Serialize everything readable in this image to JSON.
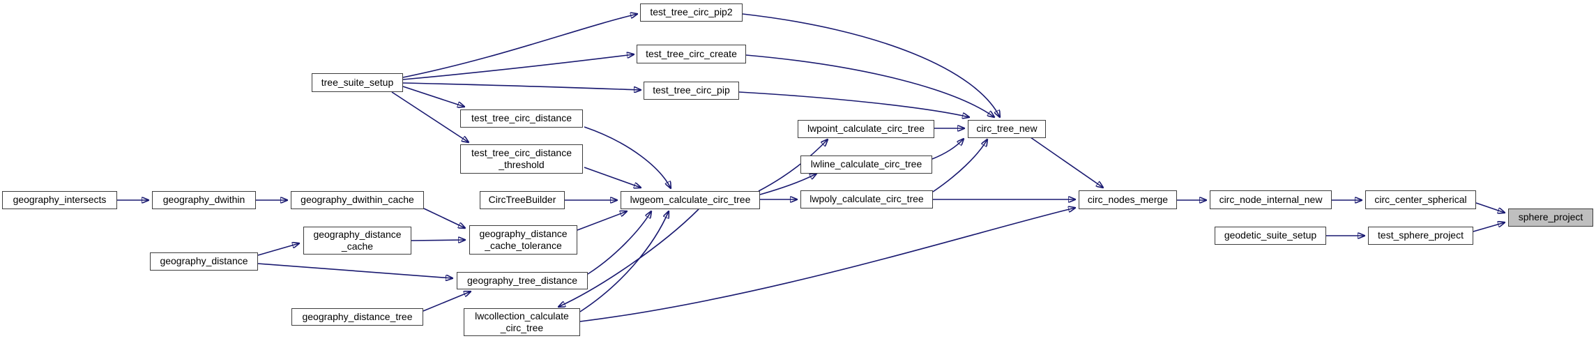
{
  "diagram": {
    "type": "caller-graph",
    "target_function": "sphere_project",
    "edge_color": "#191970",
    "node_border_color": "#3c3c3c",
    "node_fill_color": "#ffffff",
    "highlight_fill_color": "#bfbfbf",
    "nodes": [
      {
        "id": "geography_intersects",
        "label": "geography_intersects",
        "highlighted": false
      },
      {
        "id": "geography_dwithin",
        "label": "geography_dwithin",
        "highlighted": false
      },
      {
        "id": "geography_dwithin_cache",
        "label": "geography_dwithin_cache",
        "highlighted": false
      },
      {
        "id": "tree_suite_setup",
        "label": "tree_suite_setup",
        "highlighted": false
      },
      {
        "id": "test_tree_circ_pip2",
        "label": "test_tree_circ_pip2",
        "highlighted": false
      },
      {
        "id": "test_tree_circ_create",
        "label": "test_tree_circ_create",
        "highlighted": false
      },
      {
        "id": "test_tree_circ_pip",
        "label": "test_tree_circ_pip",
        "highlighted": false
      },
      {
        "id": "test_tree_circ_distance",
        "label": "test_tree_circ_distance",
        "highlighted": false
      },
      {
        "id": "test_tree_circ_distance_threshold",
        "label": "test_tree_circ_distance\n_threshold",
        "highlighted": false
      },
      {
        "id": "CircTreeBuilder",
        "label": "CircTreeBuilder",
        "highlighted": false
      },
      {
        "id": "lwgeom_calculate_circ_tree",
        "label": "lwgeom_calculate_circ_tree",
        "highlighted": false
      },
      {
        "id": "lwpoint_calculate_circ_tree",
        "label": "lwpoint_calculate_circ_tree",
        "highlighted": false
      },
      {
        "id": "lwline_calculate_circ_tree",
        "label": "lwline_calculate_circ_tree",
        "highlighted": false
      },
      {
        "id": "lwpoly_calculate_circ_tree",
        "label": "lwpoly_calculate_circ_tree",
        "highlighted": false
      },
      {
        "id": "circ_tree_new",
        "label": "circ_tree_new",
        "highlighted": false
      },
      {
        "id": "circ_nodes_merge",
        "label": "circ_nodes_merge",
        "highlighted": false
      },
      {
        "id": "circ_node_internal_new",
        "label": "circ_node_internal_new",
        "highlighted": false
      },
      {
        "id": "circ_center_spherical",
        "label": "circ_center_spherical",
        "highlighted": false
      },
      {
        "id": "sphere_project",
        "label": "sphere_project",
        "highlighted": true
      },
      {
        "id": "geodetic_suite_setup",
        "label": "geodetic_suite_setup",
        "highlighted": false
      },
      {
        "id": "test_sphere_project",
        "label": "test_sphere_project",
        "highlighted": false
      },
      {
        "id": "geography_distance_cache",
        "label": "geography_distance\n_cache",
        "highlighted": false
      },
      {
        "id": "geography_distance_cache_tolerance",
        "label": "geography_distance\n_cache_tolerance",
        "highlighted": false
      },
      {
        "id": "geography_distance",
        "label": "geography_distance",
        "highlighted": false
      },
      {
        "id": "geography_tree_distance",
        "label": "geography_tree_distance",
        "highlighted": false
      },
      {
        "id": "geography_distance_tree",
        "label": "geography_distance_tree",
        "highlighted": false
      },
      {
        "id": "lwcollection_calculate_circ_tree",
        "label": "lwcollection_calculate\n_circ_tree",
        "highlighted": false
      }
    ],
    "edges": [
      {
        "from": "tree_suite_setup",
        "to": "test_tree_circ_pip2"
      },
      {
        "from": "tree_suite_setup",
        "to": "test_tree_circ_create"
      },
      {
        "from": "tree_suite_setup",
        "to": "test_tree_circ_pip"
      },
      {
        "from": "tree_suite_setup",
        "to": "test_tree_circ_distance"
      },
      {
        "from": "tree_suite_setup",
        "to": "test_tree_circ_distance_threshold"
      },
      {
        "from": "test_tree_circ_pip2",
        "to": "circ_tree_new"
      },
      {
        "from": "test_tree_circ_create",
        "to": "circ_tree_new"
      },
      {
        "from": "test_tree_circ_pip",
        "to": "circ_tree_new"
      },
      {
        "from": "test_tree_circ_distance",
        "to": "lwgeom_calculate_circ_tree"
      },
      {
        "from": "test_tree_circ_distance_threshold",
        "to": "lwgeom_calculate_circ_tree"
      },
      {
        "from": "CircTreeBuilder",
        "to": "lwgeom_calculate_circ_tree"
      },
      {
        "from": "lwgeom_calculate_circ_tree",
        "to": "lwpoint_calculate_circ_tree"
      },
      {
        "from": "lwgeom_calculate_circ_tree",
        "to": "lwline_calculate_circ_tree"
      },
      {
        "from": "lwgeom_calculate_circ_tree",
        "to": "lwpoly_calculate_circ_tree"
      },
      {
        "from": "lwgeom_calculate_circ_tree",
        "to": "lwcollection_calculate_circ_tree"
      },
      {
        "from": "lwcollection_calculate_circ_tree",
        "to": "lwgeom_calculate_circ_tree"
      },
      {
        "from": "geography_tree_distance",
        "to": "lwgeom_calculate_circ_tree"
      },
      {
        "from": "geography_distance_cache_tolerance",
        "to": "lwgeom_calculate_circ_tree"
      },
      {
        "from": "geography_dwithin_cache",
        "to": "geography_distance_cache_tolerance"
      },
      {
        "from": "geography_distance_cache",
        "to": "geography_distance_cache_tolerance"
      },
      {
        "from": "geography_intersects",
        "to": "geography_dwithin"
      },
      {
        "from": "geography_dwithin",
        "to": "geography_dwithin_cache"
      },
      {
        "from": "geography_distance",
        "to": "geography_distance_cache"
      },
      {
        "from": "geography_distance",
        "to": "geography_tree_distance"
      },
      {
        "from": "geography_distance_tree",
        "to": "geography_tree_distance"
      },
      {
        "from": "lwpoint_calculate_circ_tree",
        "to": "circ_tree_new"
      },
      {
        "from": "lwline_calculate_circ_tree",
        "to": "circ_tree_new"
      },
      {
        "from": "lwpoly_calculate_circ_tree",
        "to": "circ_tree_new"
      },
      {
        "from": "lwpoly_calculate_circ_tree",
        "to": "circ_nodes_merge"
      },
      {
        "from": "circ_tree_new",
        "to": "circ_nodes_merge"
      },
      {
        "from": "lwcollection_calculate_circ_tree",
        "to": "circ_nodes_merge"
      },
      {
        "from": "circ_nodes_merge",
        "to": "circ_node_internal_new"
      },
      {
        "from": "circ_node_internal_new",
        "to": "circ_center_spherical"
      },
      {
        "from": "circ_center_spherical",
        "to": "sphere_project"
      },
      {
        "from": "test_sphere_project",
        "to": "sphere_project"
      },
      {
        "from": "geodetic_suite_setup",
        "to": "test_sphere_project"
      }
    ]
  }
}
